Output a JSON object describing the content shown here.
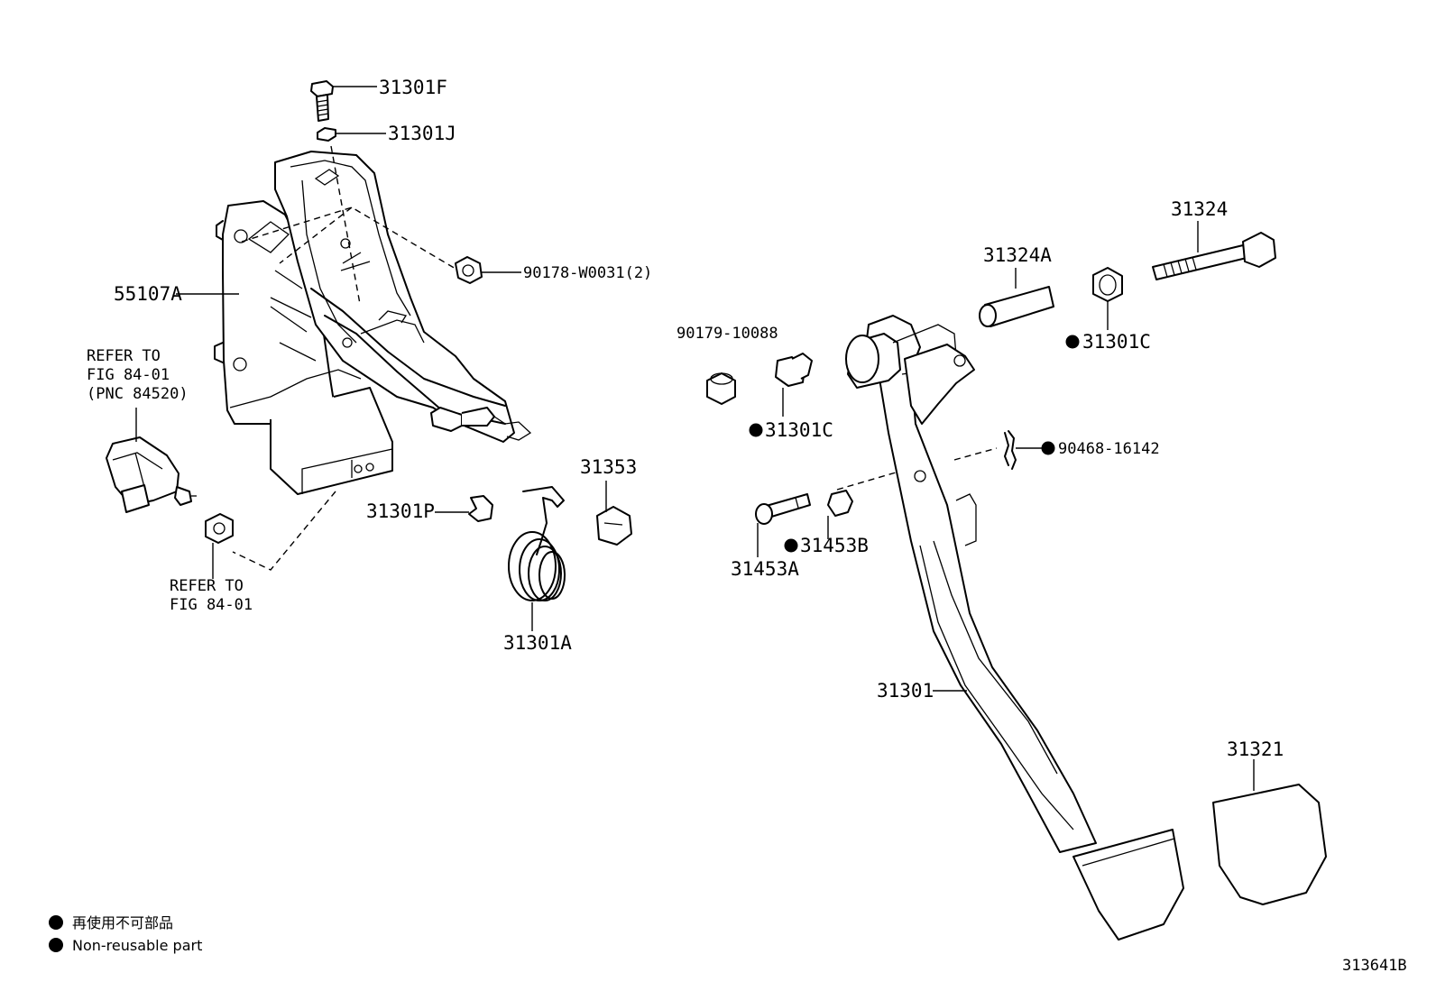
{
  "diagram": {
    "figure_id": "313641B",
    "labels": {
      "p31301F": "31301F",
      "p31301J": "31301J",
      "p90178": "90178-W0031(2)",
      "p55107A": "55107A",
      "refer1_l1": "REFER TO",
      "refer1_l2": "FIG 84-01",
      "refer1_l3": "(PNC 84520)",
      "refer2_l1": "REFER TO",
      "refer2_l2": "FIG 84-01",
      "p31301P": "31301P",
      "p31353": "31353",
      "p31301A": "31301A",
      "p90179": "90179-10088",
      "p31301C_a": "31301C",
      "p31324A": "31324A",
      "p31324": "31324",
      "p31301C_b": "31301C",
      "p90468": "90468-16142",
      "p31453A": "31453A",
      "p31453B": "31453B",
      "p31301": "31301",
      "p31321": "31321"
    },
    "legend": {
      "line_ja": "再使用不可部品",
      "line_en": "Non-reusable part"
    }
  }
}
